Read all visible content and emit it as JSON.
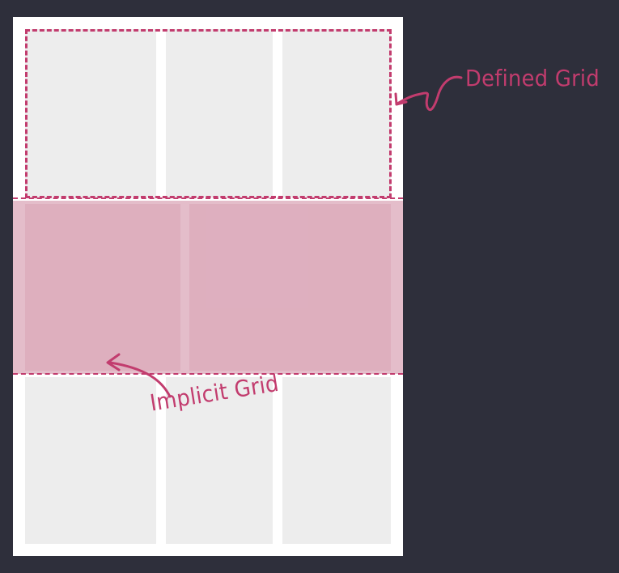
{
  "labels": {
    "defined_grid": "Defined Grid",
    "implicit_grid": "Implicit Grid"
  },
  "colors": {
    "background": "#2e2f3b",
    "page": "#ffffff",
    "cell": "#ededed",
    "accent": "#c23c6e",
    "implicit_fill": "#e0b6c4"
  },
  "grid": {
    "defined_columns": 3,
    "implicit_columns": 2,
    "rows": 3
  }
}
